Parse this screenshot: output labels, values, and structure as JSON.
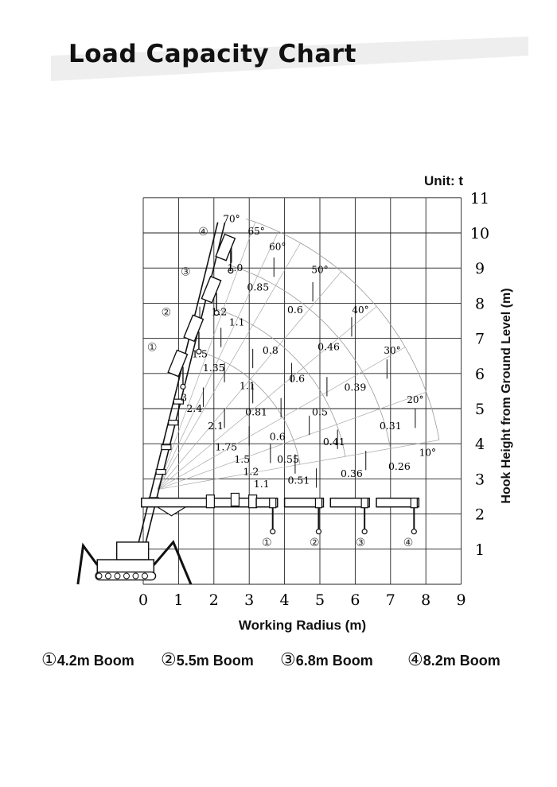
{
  "title": "Load Capacity Chart",
  "unit": "Unit: t",
  "x_axis": {
    "label": "Working Radius (m)",
    "ticks": [
      "0",
      "1",
      "2",
      "3",
      "4",
      "5",
      "6",
      "7",
      "8",
      "9"
    ]
  },
  "y_axis": {
    "label": "Hook Height from Ground Level (m)",
    "ticks": [
      "1",
      "2",
      "3",
      "4",
      "5",
      "6",
      "7",
      "8",
      "9",
      "10",
      "11"
    ]
  },
  "legend": [
    {
      "marker": "①",
      "text": "4.2m Boom"
    },
    {
      "marker": "②",
      "text": "5.5m Boom"
    },
    {
      "marker": "③",
      "text": "6.8m Boom"
    },
    {
      "marker": "④",
      "text": "8.2m Boom"
    }
  ],
  "boom_markers": {
    "raised": [
      {
        "label": "①",
        "x": 0.25,
        "y": 6.75
      },
      {
        "label": "②",
        "x": 0.65,
        "y": 7.75
      },
      {
        "label": "③",
        "x": 1.2,
        "y": 8.9
      },
      {
        "label": "④",
        "x": 1.7,
        "y": 10.05
      }
    ],
    "horizontal": [
      {
        "label": "①",
        "x": 3.5,
        "y": 1.2
      },
      {
        "label": "②",
        "x": 4.85,
        "y": 1.2
      },
      {
        "label": "③",
        "x": 6.15,
        "y": 1.2
      },
      {
        "label": "④",
        "x": 7.5,
        "y": 1.2
      }
    ]
  },
  "angle_labels": [
    {
      "text": "70°",
      "x": 2.5,
      "y": 10.4
    },
    {
      "text": "65°",
      "x": 3.2,
      "y": 10.05
    },
    {
      "text": "60°",
      "x": 3.8,
      "y": 9.6
    },
    {
      "text": "50°",
      "x": 5.0,
      "y": 8.95
    },
    {
      "text": "40°",
      "x": 6.15,
      "y": 7.8
    },
    {
      "text": "30°",
      "x": 7.05,
      "y": 6.65
    },
    {
      "text": "20°",
      "x": 7.7,
      "y": 5.25
    },
    {
      "text": "10°",
      "x": 8.05,
      "y": 3.75
    }
  ],
  "load_values": [
    {
      "text": "1.0",
      "x": 2.6,
      "y": 9.0
    },
    {
      "text": "0.85",
      "x": 3.25,
      "y": 8.45
    },
    {
      "text": "1.2",
      "x": 2.15,
      "y": 7.75
    },
    {
      "text": "0.6",
      "x": 4.3,
      "y": 7.8
    },
    {
      "text": "1.1",
      "x": 2.65,
      "y": 7.45
    },
    {
      "text": "0.8",
      "x": 3.6,
      "y": 6.65
    },
    {
      "text": "0.46",
      "x": 5.25,
      "y": 6.75
    },
    {
      "text": "1.5",
      "x": 1.6,
      "y": 6.55
    },
    {
      "text": "1.35",
      "x": 2.0,
      "y": 6.15
    },
    {
      "text": "0.6",
      "x": 4.35,
      "y": 5.85
    },
    {
      "text": "1.1",
      "x": 2.95,
      "y": 5.65
    },
    {
      "text": "0.39",
      "x": 6.0,
      "y": 5.6
    },
    {
      "text": "3",
      "x": 1.15,
      "y": 5.3
    },
    {
      "text": "2.4",
      "x": 1.45,
      "y": 5.0
    },
    {
      "text": "0.81",
      "x": 3.2,
      "y": 4.9
    },
    {
      "text": "0.5",
      "x": 5.0,
      "y": 4.9
    },
    {
      "text": "2.1",
      "x": 2.05,
      "y": 4.5
    },
    {
      "text": "0.31",
      "x": 7.0,
      "y": 4.5
    },
    {
      "text": "0.6",
      "x": 3.8,
      "y": 4.2
    },
    {
      "text": "0.41",
      "x": 5.4,
      "y": 4.05
    },
    {
      "text": "1.75",
      "x": 2.35,
      "y": 3.9
    },
    {
      "text": "1.5",
      "x": 2.8,
      "y": 3.55
    },
    {
      "text": "0.55",
      "x": 4.1,
      "y": 3.55
    },
    {
      "text": "0.26",
      "x": 7.25,
      "y": 3.35
    },
    {
      "text": "1.2",
      "x": 3.05,
      "y": 3.2
    },
    {
      "text": "0.36",
      "x": 5.9,
      "y": 3.15
    },
    {
      "text": "1.1",
      "x": 3.35,
      "y": 2.85
    },
    {
      "text": "0.51",
      "x": 4.4,
      "y": 2.95
    }
  ]
}
